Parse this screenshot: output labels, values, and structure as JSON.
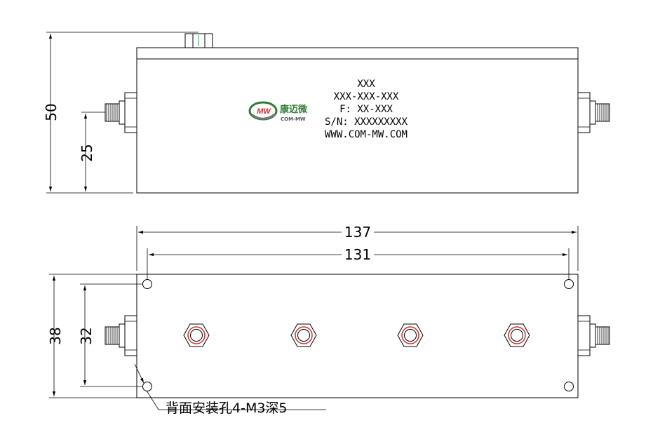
{
  "label": {
    "line1": "XXX",
    "line2": "XXX-XXX-XXX",
    "line3": "F: XX-XXX",
    "line4": "S/N: XXXXXXXXX",
    "line5": "WWW.COM-MW.COM"
  },
  "logo": {
    "mark": "MW",
    "cn": "康迈微",
    "en": "COM-MW",
    "colors": {
      "ring_green": "#2e7d32",
      "ring_gray": "#777777",
      "mark_red": "#d32f2f"
    }
  },
  "dimensions": {
    "height": "50",
    "port_height": "25",
    "length": "137",
    "hole_spacing_x": "131",
    "width": "38",
    "hole_spacing_y": "32"
  },
  "note": "背面安装孔4-M3深5"
}
